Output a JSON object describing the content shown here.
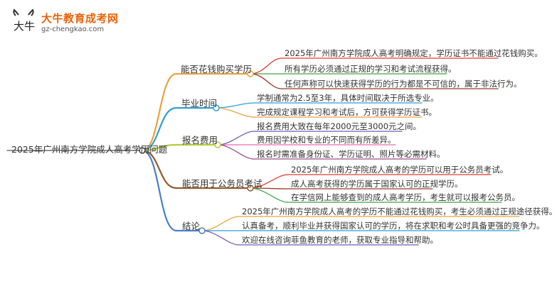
{
  "logo": {
    "title": "大牛教育成考网",
    "url": "gz-chengkao.com",
    "mark_text": "大牛"
  },
  "mindmap": {
    "root": "2025年广州南方学院成人高考学历问题",
    "branches": [
      {
        "label": "能否花钱购买学历",
        "color": "#e8a33d",
        "leaves": [
          "2025年广州南方学院成人高考明确规定，学历证书不能通过花钱购买。",
          "所有学历必须通过正规的学习和考试流程获得。",
          "任何声称可以快速获得学历的行为都是不可信的，属于非法行为。"
        ],
        "leaf_colors": [
          "#e23c2c",
          "#3aa64a",
          "#9a3a2a"
        ]
      },
      {
        "label": "毕业时间",
        "color": "#2f9fd4",
        "leaves": [
          "学制通常为2.5至3年，具体时间取决于所选专业。",
          "完成规定课程学习和考试后，方可获得学历证书。"
        ],
        "leaf_colors": [
          "#2f9fd4",
          "#e8a33d"
        ]
      },
      {
        "label": "报名费用",
        "color": "#b8cc3c",
        "leaves": [
          "报名费用大致在每年2000元至3000元之间。",
          "费用因学校和专业的不同而有所差异。",
          "报名时需准备身份证、学历证明、照片等必需材料。"
        ],
        "leaf_colors": [
          "#7b5ab5",
          "#e86ab5",
          "#a04a8a"
        ]
      },
      {
        "label": "能否用于公务员考试",
        "color": "#9a5a2a",
        "leaves": [
          "2025年广州南方学院成人高考的学历可以用于公务员考试。",
          "成人高考获得的学历属于国家认可的正规学历。",
          "在学信网上能够查到的成人高考学历，考生就可以报考公务员。"
        ],
        "leaf_colors": [
          "#e23c2c",
          "#9a3a2a",
          "#3aa64a"
        ]
      },
      {
        "label": "结论",
        "color": "#4a7fc8",
        "leaves": [
          "2025年广州南方学院成人高考的学历不能通过花钱购买，考生必须通过正规途径获得。",
          "认真备考，顺利毕业并获得国家认可的学历，将在求职和考公时具备更强的竞争力。",
          "欢迎在线咨询菲鱼教育的老师，获取专业指导和帮助。"
        ],
        "leaf_colors": [
          "#e8a33d",
          "#2f9fd4",
          "#7b5ab5"
        ]
      }
    ]
  }
}
